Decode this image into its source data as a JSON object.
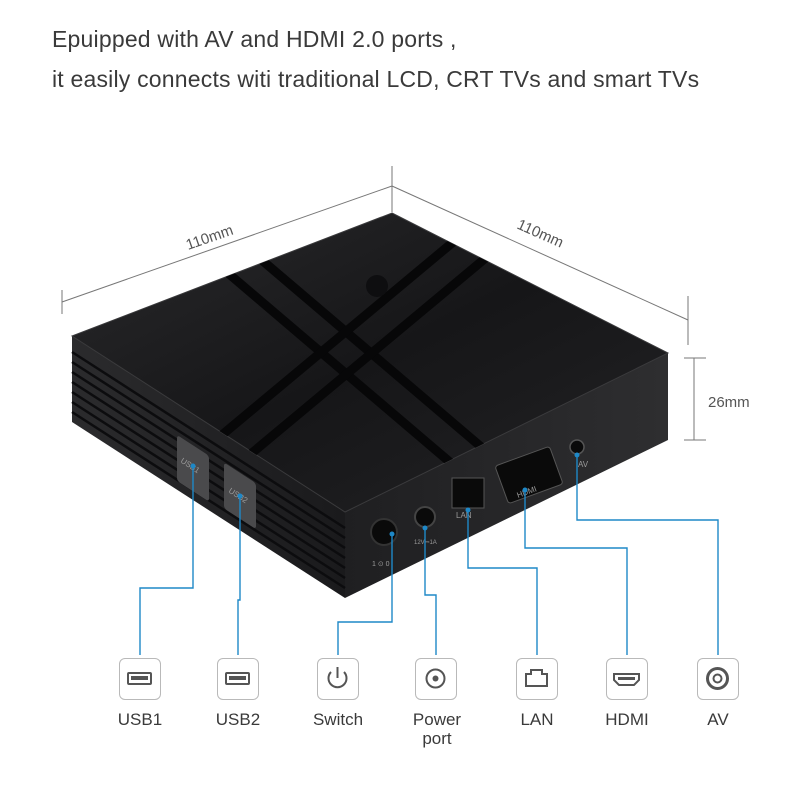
{
  "headline": {
    "line1": "Epuipped with AV and HDMI 2.0 ports ,",
    "line2": "it easily connects witi traditional LCD, CRT TVs and smart TVs"
  },
  "dimensions": {
    "left_width": "110mm",
    "right_depth": "110mm",
    "height": "26mm"
  },
  "device_markings": {
    "usb1": "USB1",
    "usb2": "USB2",
    "switch": "1 ⊙ 0",
    "power": "12V⎓1A",
    "lan": "LAN",
    "hdmi": "HDMI",
    "av": "AV"
  },
  "ports": [
    {
      "label": "USB1",
      "icon": "usb-port-icon"
    },
    {
      "label": "USB2",
      "icon": "usb-port-icon"
    },
    {
      "label": "Switch",
      "icon": "power-switch-icon"
    },
    {
      "label": "Power\nport",
      "icon": "dc-jack-icon"
    },
    {
      "label": "LAN",
      "icon": "lan-port-icon"
    },
    {
      "label": "HDMI",
      "icon": "hdmi-port-icon"
    },
    {
      "label": "AV",
      "icon": "av-jack-icon"
    }
  ],
  "colors": {
    "callout_line": "#1e88c7",
    "device_body": "#1c1c1e",
    "box_border": "#b9b9b9"
  }
}
